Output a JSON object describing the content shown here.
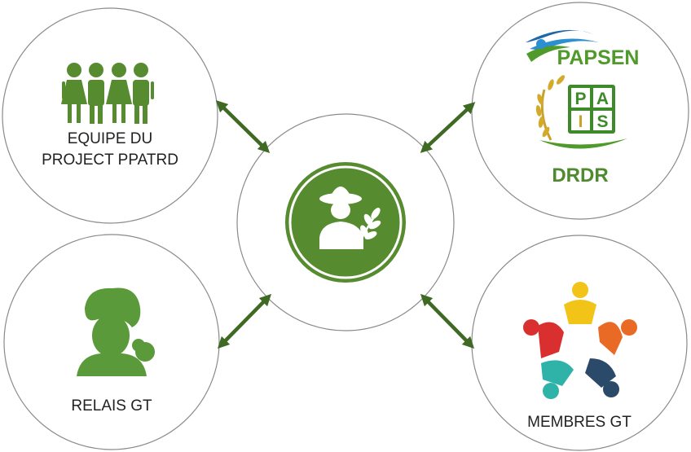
{
  "colors": {
    "accent": "#568b2f",
    "circle_stroke": "#8a8a8a",
    "arrow": "#3f6a23",
    "papsen_green": "#4f9a2a",
    "papsen_blue": "#1f67a6",
    "drdr_green": "#4e8a2e",
    "relais_green": "#5a9a3a"
  },
  "nodes": {
    "center": {
      "name": "farmer",
      "icon": "farmer-icon"
    },
    "top_left": {
      "label_line1": "EQUIPE DU",
      "label_line2": "PROJECT PPATRD",
      "icon": "people-group-icon"
    },
    "top_right": {
      "logo1_text": "PAPSEN",
      "logo2_letters": [
        "P",
        "A",
        "I",
        "S"
      ],
      "label": "DRDR",
      "icon": "wheat-icon"
    },
    "bottom_left": {
      "label": "RELAIS GT",
      "icon": "woman-head-wrap-icon"
    },
    "bottom_right": {
      "label": "MEMBRES GT",
      "icon": "team-circle-icon"
    }
  },
  "team_colors": [
    "#f2c418",
    "#e86a24",
    "#2b4a6a",
    "#2fb3a8",
    "#d9302f"
  ]
}
